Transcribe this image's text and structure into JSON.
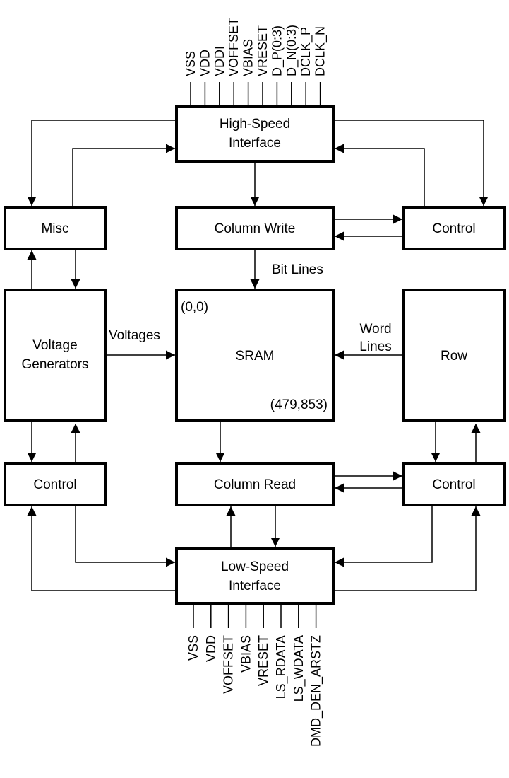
{
  "blocks": {
    "hs_interface": [
      "High-Speed",
      "Interface"
    ],
    "misc": "Misc",
    "column_write": "Column Write",
    "control_top": "Control",
    "voltage_generators": [
      "Voltage",
      "Generators"
    ],
    "sram": "SRAM",
    "sram_origin": "(0,0)",
    "sram_extent": "(479,853)",
    "row": "Row",
    "control_left": "Control",
    "column_read": "Column Read",
    "control_right": "Control",
    "ls_interface": [
      "Low-Speed",
      "Interface"
    ]
  },
  "labels": {
    "bit_lines": "Bit Lines",
    "voltages": "Voltages",
    "word_lines": [
      "Word",
      "Lines"
    ]
  },
  "top_pins": [
    "VSS",
    "VDD",
    "VDDI",
    "VOFFSET",
    "VBIAS",
    "VRESET",
    "D_P(0:3)",
    "D_N(0:3)",
    "DCLK_P",
    "DCLK_N"
  ],
  "bottom_pins": [
    "VSS",
    "VDD",
    "VOFFSET",
    "VBIAS",
    "VRESET",
    "LS_RDATA",
    "LS_WDATA",
    "DMD_DEN_ARSTZ"
  ]
}
